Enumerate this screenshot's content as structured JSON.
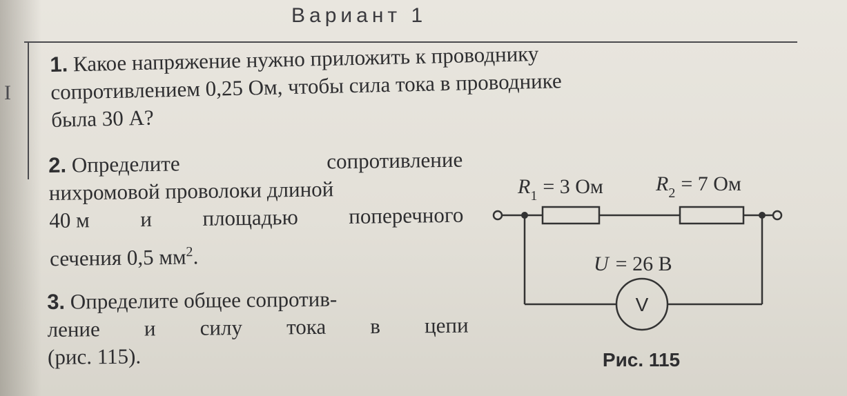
{
  "header": {
    "title": "Вариант 1"
  },
  "margin_mark": "I",
  "problem1": {
    "number": "1.",
    "lines": [
      "Какое напряжение нужно приложить к проводнику",
      "сопротивлением 0,25 Ом, чтобы сила тока в проводнике",
      "была 30 А?"
    ]
  },
  "problem2": {
    "number": "2.",
    "line1_words": [
      "Определите",
      "сопротивление"
    ],
    "line2": "нихромовой проволоки длиной",
    "line3_words": [
      "40 м",
      "и",
      "площадью",
      "поперечного"
    ],
    "line4_text": "сечения 0,5 мм",
    "line4_sup": "2",
    "line4_end": "."
  },
  "problem3": {
    "number": "3.",
    "line1": "Определите общее сопротив-",
    "line2_words": [
      "ление",
      "и",
      "силу",
      "тока",
      "в",
      "цепи"
    ],
    "line3": "(рис. 115)."
  },
  "figure": {
    "r1_symbol": "R",
    "r1_sub": "1",
    "r1_value": "= 3 Ом",
    "r2_symbol": "R",
    "r2_sub": "2",
    "r2_value": "= 7 Ом",
    "voltage_symbol": "U",
    "voltage_value": "= 26 В",
    "voltmeter_label": "V",
    "caption": "Рис. 115"
  }
}
